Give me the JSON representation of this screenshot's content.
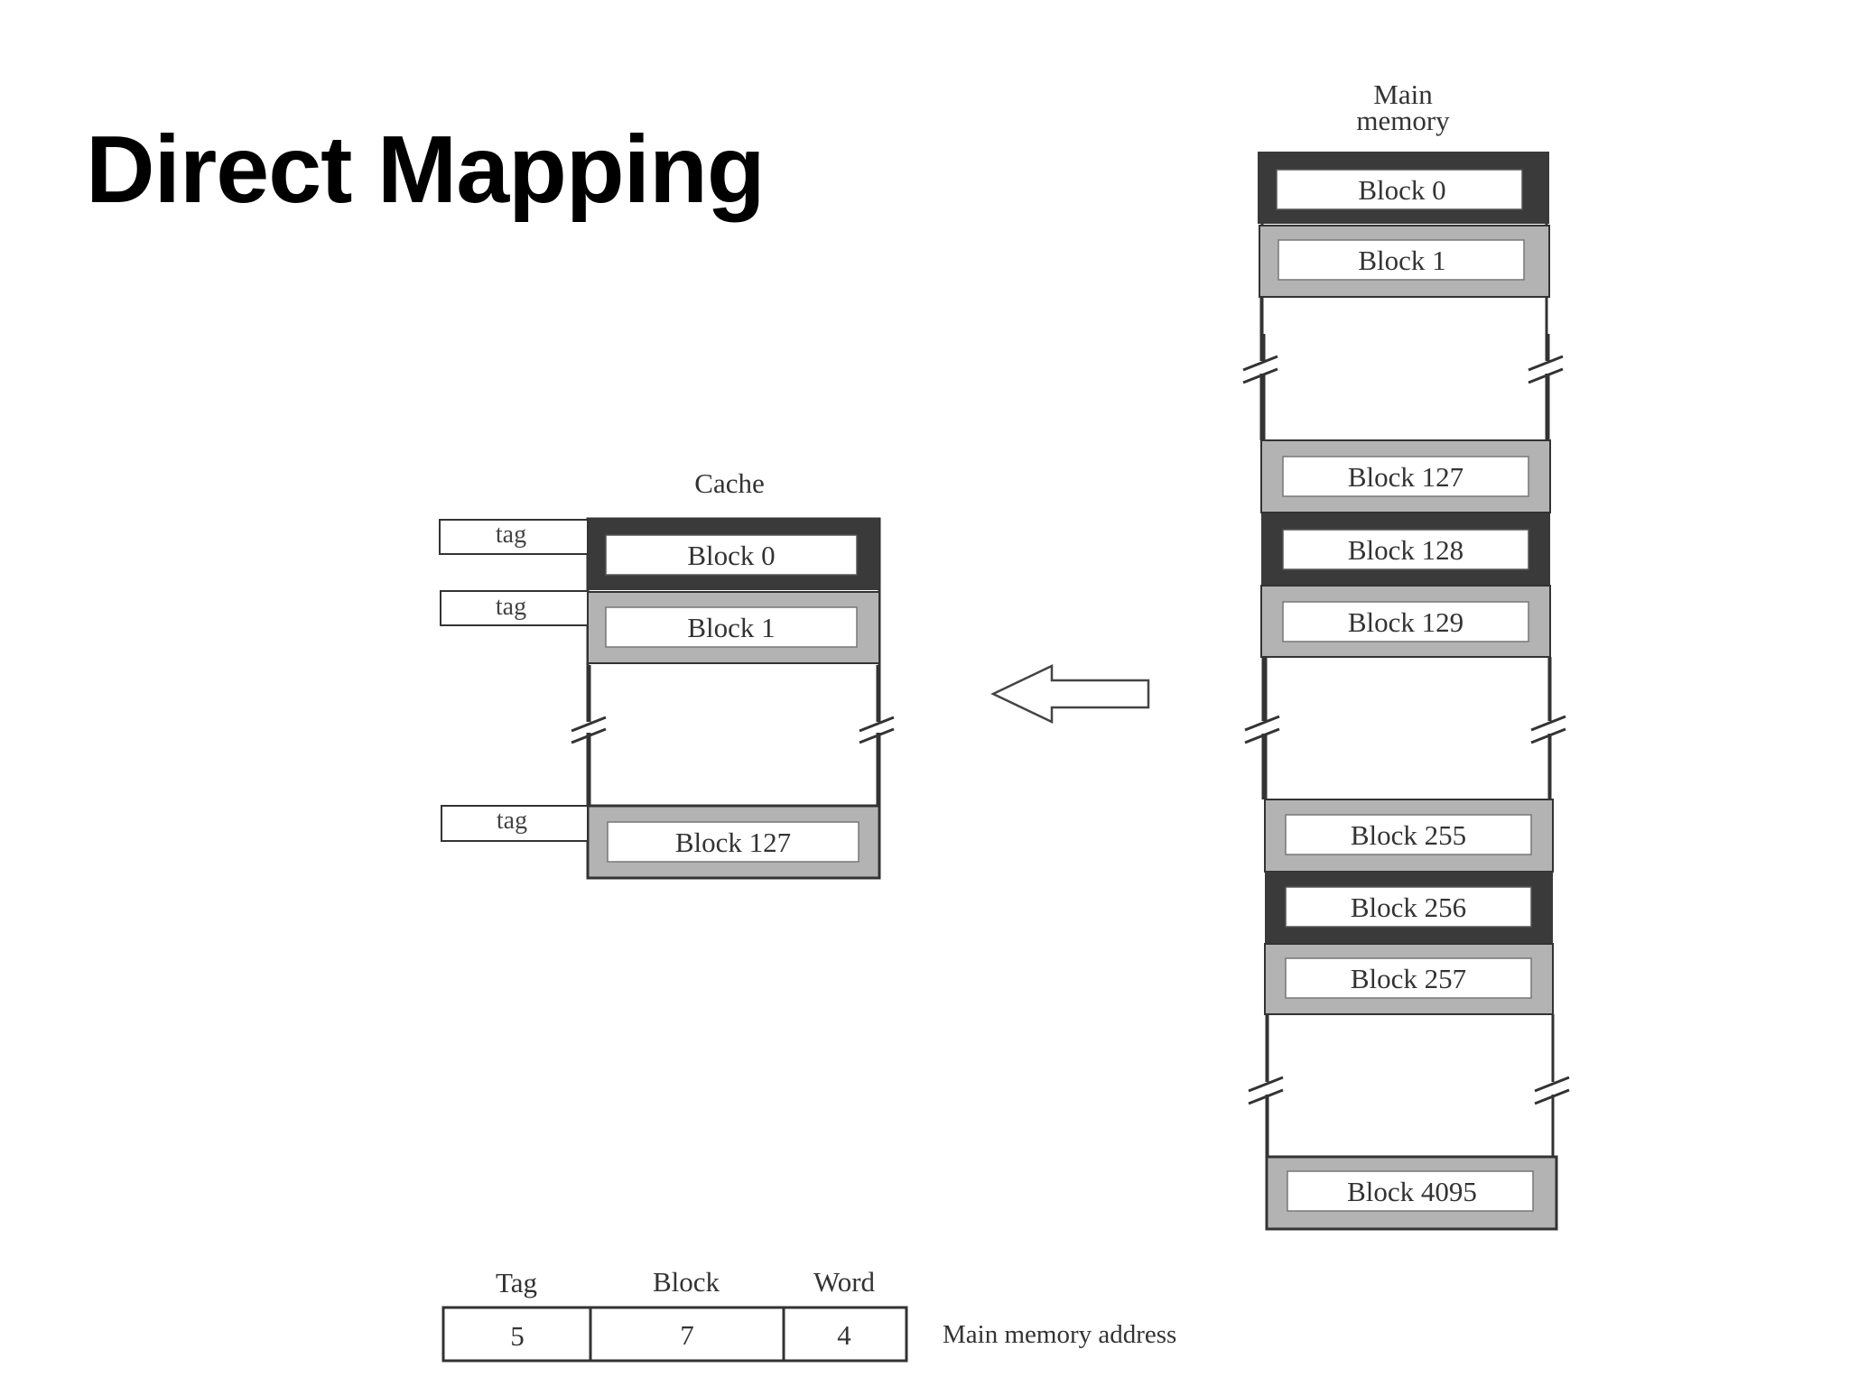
{
  "title": "Direct Mapping",
  "cache": {
    "label": "Cache",
    "tag_label": "tag",
    "blocks": [
      "Block 0",
      "Block 1",
      "Block 127"
    ]
  },
  "main_memory": {
    "label_line1": "Main",
    "label_line2": "memory",
    "blocks": [
      "Block 0",
      "Block 1",
      "Block 127",
      "Block 128",
      "Block 129",
      "Block 255",
      "Block 256",
      "Block 257",
      "Block 4095"
    ]
  },
  "address": {
    "fields": [
      {
        "name": "Tag",
        "bits": "5"
      },
      {
        "name": "Block",
        "bits": "7"
      },
      {
        "name": "Word",
        "bits": "4"
      }
    ],
    "caption": "Main memory address"
  },
  "colors": {
    "dark_band": "#3a3a3a",
    "light_band": "#b3b3b3",
    "line": "#333333"
  }
}
